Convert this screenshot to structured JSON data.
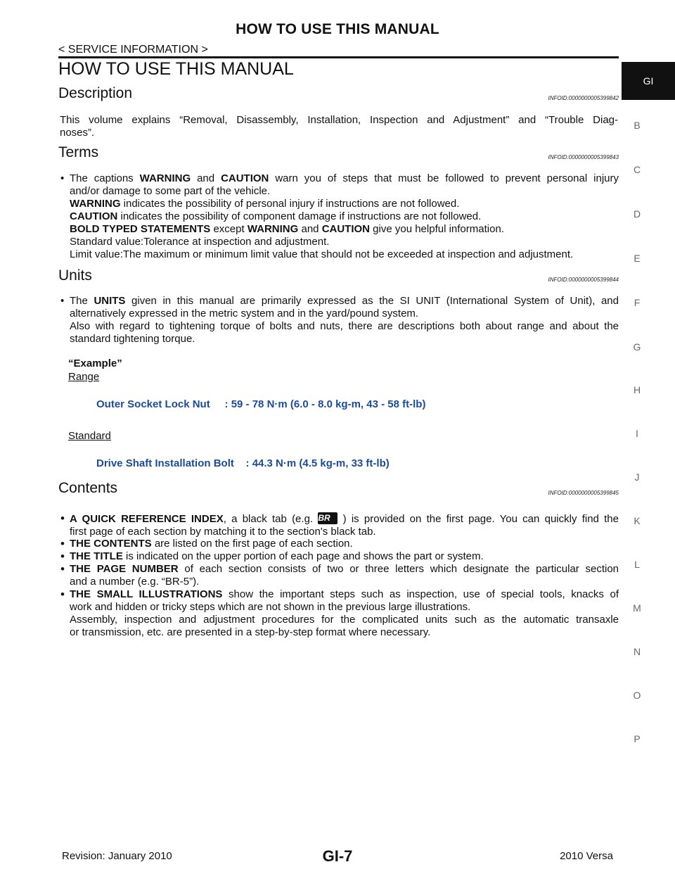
{
  "header": {
    "title": "HOW TO USE THIS MANUAL",
    "subtitle": "< SERVICE INFORMATION >"
  },
  "page_title": "HOW TO USE THIS MANUAL",
  "side_tabs": {
    "active": "GI",
    "letters": [
      "B",
      "C",
      "D",
      "E",
      "F",
      "G",
      "H",
      "I",
      "J",
      "K",
      "L",
      "M",
      "N",
      "O",
      "P"
    ]
  },
  "description": {
    "title": "Description",
    "info_id": "INFOID:0000000005399842",
    "lines": [
      "This volume explains “Removal, Disassembly, Installation, Inspection and  Adjustment” and “Trouble Diag-",
      "noses”."
    ]
  },
  "terms": {
    "title": "Terms",
    "info_id": "INFOID:0000000005399843",
    "l1": {
      "a": "The captions ",
      "b1": "WARNING",
      "c": " and ",
      "b2": "CAUTION",
      "d": " warn you of steps that must be followed to prevent personal injury"
    },
    "l2": "and/or damage to some part of the vehicle.",
    "l3": {
      "b": "WARNING",
      "t": " indicates the possibility of personal injury if instructions are not followed."
    },
    "l4": {
      "b": "CAUTION",
      "t": " indicates the possibility of component damage if instructions are not followed."
    },
    "l5": {
      "b1": "BOLD TYPED STATEMENTS",
      "a": " except ",
      "b2": "WARNING",
      "c": " and ",
      "b3": "CAUTION",
      "d": " give you helpful information."
    },
    "l6": "Standard value:Tolerance at inspection and adjustment.",
    "l7": "Limit value:The maximum or minimum limit value that should not be exceeded at inspection and adjustment."
  },
  "units": {
    "title": "Units",
    "info_id": "INFOID:0000000005399844",
    "l1": {
      "a": "The ",
      "b": "UNITS",
      "c": " given in this manual are primarily expressed as the SI UNIT (International System of Unit), and"
    },
    "l2": "alternatively expressed in the metric system and in the yard/pound system.",
    "l3": "Also with regard to tightening torque of bolts and nuts, there are descriptions both about range and about the",
    "l4": "standard tightening torque.",
    "example_label": "“Example”",
    "range_label": "Range",
    "range_spec": "Outer Socket Lock Nut     : 59 - 78 N·m (6.0 - 8.0 kg-m, 43 - 58 ft-lb)",
    "standard_label": "Standard",
    "standard_spec": "Drive Shaft Installation Bolt    : 44.3 N·m (4.5 kg-m, 33 ft-lb)"
  },
  "contents": {
    "title": "Contents",
    "info_id": "INFOID:0000000005399845",
    "b1": {
      "b": "A QUICK REFERENCE INDEX",
      "a": ", a black tab (e.g. ",
      "icon": "BR",
      "c": " ) is provided on the first page. You can quickly find the",
      "l2": "first page of each section by matching it to the section's black tab."
    },
    "b2": {
      "b": "THE CONTENTS",
      "t": " are listed on the first page of each section."
    },
    "b3": {
      "b": "THE TITLE",
      "t": " is indicated on the upper portion of each page and shows the part or system."
    },
    "b4": {
      "b": "THE PAGE NUMBER",
      "t": " of each section consists of two or three letters which designate the particular section",
      "l2": "and a number (e.g. “BR-5”)."
    },
    "b5": {
      "b": "THE SMALL ILLUSTRATIONS",
      "t": " show the important steps such as inspection, use of special tools, knacks of",
      "l2": "work and hidden or tricky steps which are not shown in the previous large illustrations.",
      "l3": "Assembly, inspection and adjustment procedures for the complicated units such as the automatic transaxle",
      "l4": "or transmission, etc. are presented in a step-by-step format where necessary."
    }
  },
  "footer": {
    "revision": "Revision: January 2010",
    "page": "GI-7",
    "model": "2010 Versa"
  },
  "colors": {
    "spec_text": "#1a4c9c",
    "tab_bg": "#111111",
    "tab_letters": "#666666"
  }
}
